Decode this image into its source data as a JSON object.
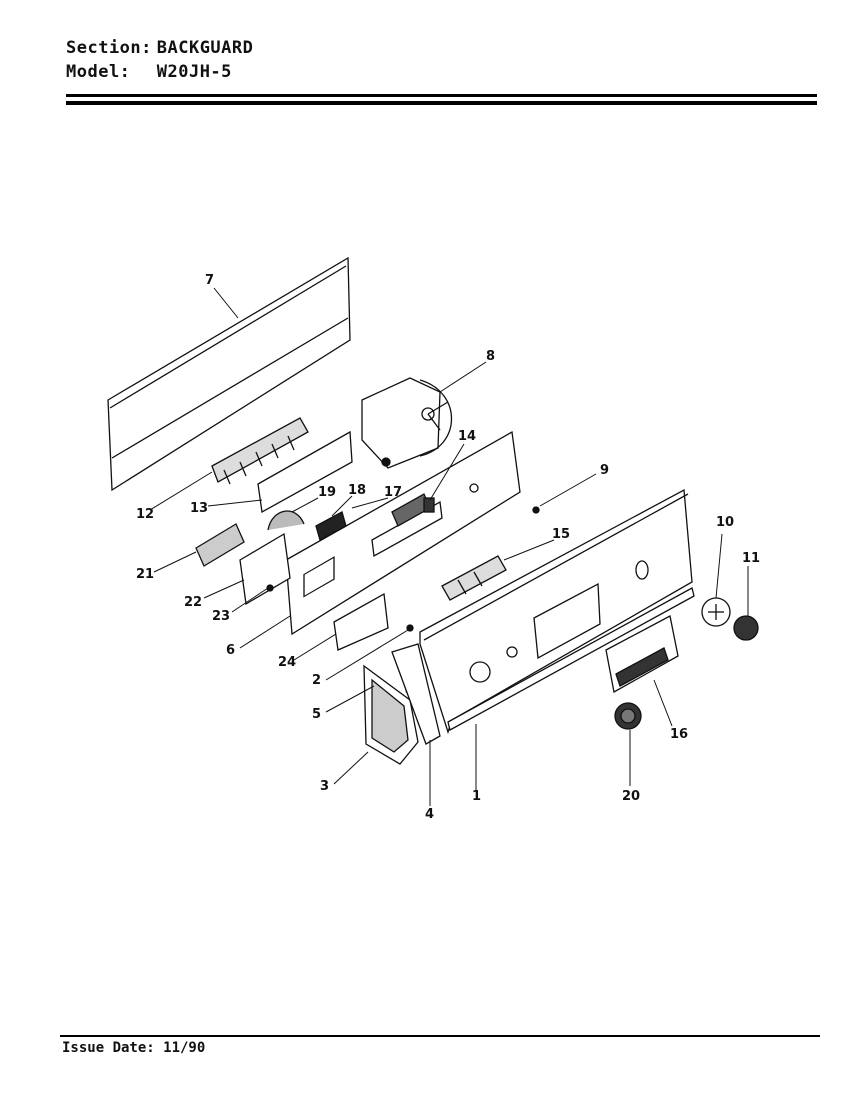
{
  "header": {
    "section_key": "Section:",
    "section_value": "BACKGUARD",
    "model_key": "Model:",
    "model_value": "W20JH-5"
  },
  "footer": {
    "issue_date": "Issue Date: 11/90"
  },
  "callouts": [
    "7",
    "8",
    "14",
    "9",
    "12",
    "13",
    "19",
    "18",
    "17",
    "10",
    "11",
    "21",
    "15",
    "22",
    "23",
    "6",
    "24",
    "2",
    "5",
    "3",
    "4",
    "1",
    "16",
    "20"
  ]
}
